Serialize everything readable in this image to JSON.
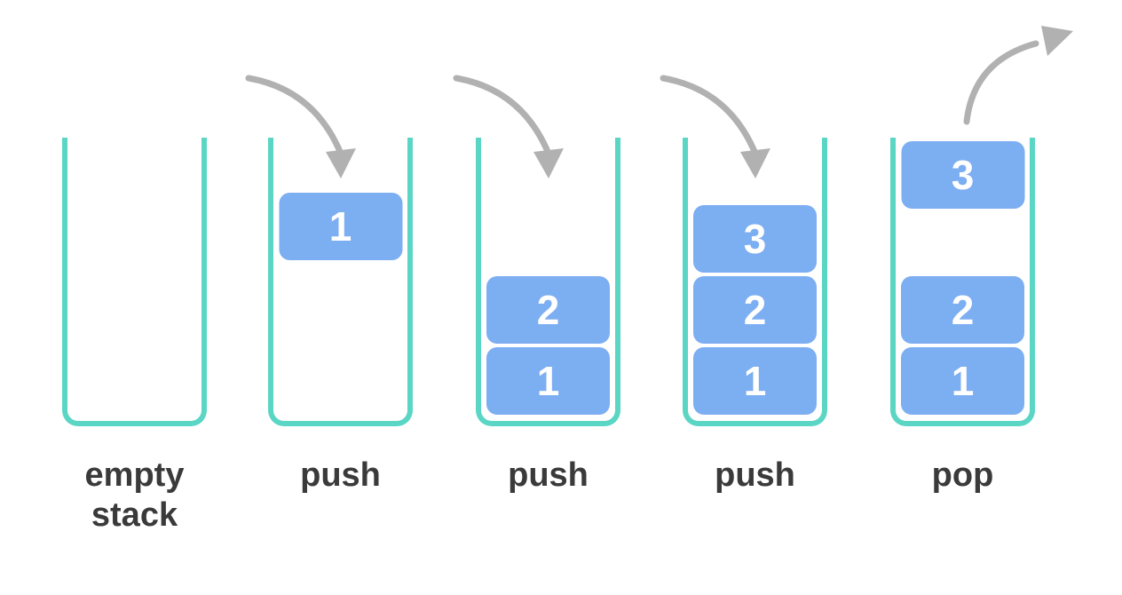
{
  "figure": {
    "stages": [
      {
        "label": "empty stack",
        "blocks": []
      },
      {
        "label": "push",
        "blocks": [
          "1"
        ]
      },
      {
        "label": "push",
        "blocks": [
          "2",
          "1"
        ]
      },
      {
        "label": "push",
        "blocks": [
          "3",
          "2",
          "1"
        ]
      },
      {
        "label": "pop",
        "blocks": [
          "3",
          "2",
          "1"
        ]
      }
    ]
  },
  "icons": {
    "push_arrow": "curved-arrow-down-into-stack",
    "pop_arrow": "curved-arrow-up-out-of-stack"
  },
  "colors": {
    "container_stroke": "#5bd6c4",
    "block_fill": "#7caef2",
    "block_text": "#ffffff",
    "arrow": "#b1b1b1",
    "label_text": "#3a3a3a",
    "background": "#ffffff"
  }
}
